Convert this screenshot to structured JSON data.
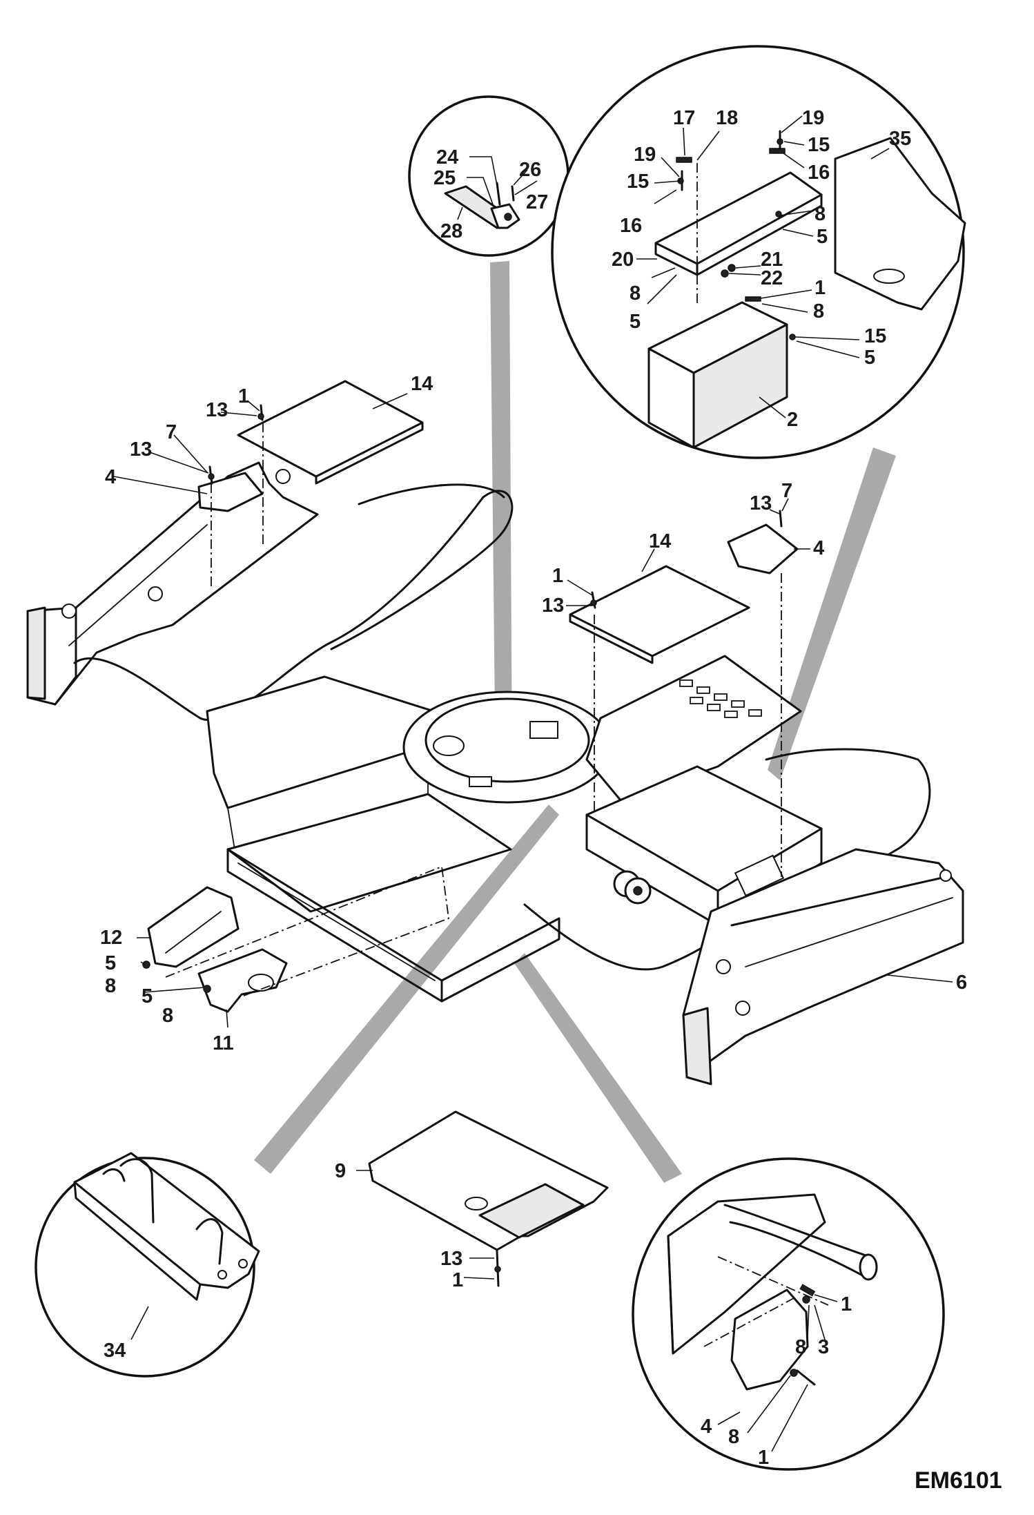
{
  "figure_id": "EM6101",
  "callouts": {
    "frame": [
      {
        "text": "14"
      },
      {
        "text": "1"
      },
      {
        "text": "13"
      },
      {
        "text": "13"
      },
      {
        "text": "7"
      },
      {
        "text": "4"
      },
      {
        "text": "13"
      },
      {
        "text": "7"
      },
      {
        "text": "4"
      },
      {
        "text": "14"
      },
      {
        "text": "1"
      },
      {
        "text": "13"
      },
      {
        "text": "6"
      },
      {
        "text": "12"
      },
      {
        "text": "5"
      },
      {
        "text": "8"
      },
      {
        "text": "5"
      },
      {
        "text": "8"
      },
      {
        "text": "11"
      },
      {
        "text": "9"
      },
      {
        "text": "13"
      },
      {
        "text": "1"
      }
    ],
    "detail_pin": [
      {
        "text": "24"
      },
      {
        "text": "26"
      },
      {
        "text": "25"
      },
      {
        "text": "27"
      },
      {
        "text": "28"
      }
    ],
    "detail_battery": [
      {
        "text": "17"
      },
      {
        "text": "18"
      },
      {
        "text": "19"
      },
      {
        "text": "15"
      },
      {
        "text": "16"
      },
      {
        "text": "35"
      },
      {
        "text": "19"
      },
      {
        "text": "15"
      },
      {
        "text": "16"
      },
      {
        "text": "8"
      },
      {
        "text": "5"
      },
      {
        "text": "20"
      },
      {
        "text": "21"
      },
      {
        "text": "22"
      },
      {
        "text": "8"
      },
      {
        "text": "1"
      },
      {
        "text": "5"
      },
      {
        "text": "8"
      },
      {
        "text": "15"
      },
      {
        "text": "5"
      },
      {
        "text": "2"
      }
    ],
    "detail_guard": [
      {
        "text": "34"
      }
    ],
    "detail_cover": [
      {
        "text": "1"
      },
      {
        "text": "8"
      },
      {
        "text": "3"
      },
      {
        "text": "4"
      },
      {
        "text": "8"
      },
      {
        "text": "1"
      }
    ]
  }
}
